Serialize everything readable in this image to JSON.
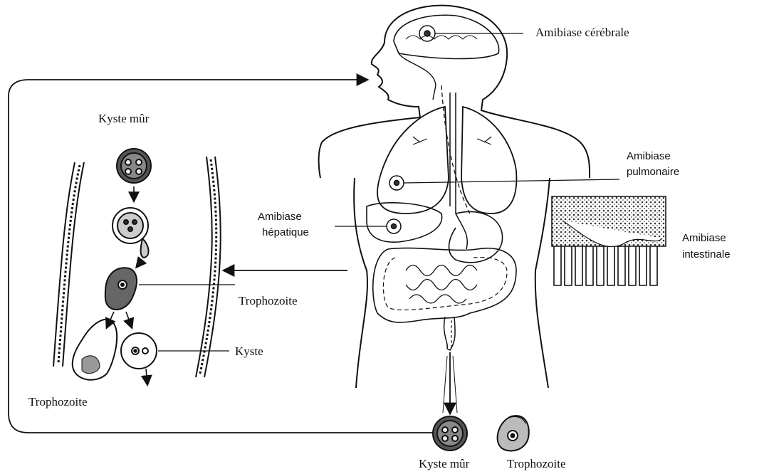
{
  "labels": {
    "amibiase_cerebrale": "Amibiase cérébrale",
    "kyste_mur_top": "Kyste mûr",
    "amibiase_pulmonaire_1": "Amibiase",
    "amibiase_pulmonaire_2": "pulmonaire",
    "amibiase_hepatique_1": "Amibiase",
    "amibiase_hepatique_2": "hépatique",
    "amibiase_intestinale_1": "Amibiase",
    "amibiase_intestinale_2": "intestinale",
    "trophozoite_mid": "Trophozoite",
    "kyste": "Kyste",
    "trophozoite_left": "Trophozoite",
    "kyste_mur_bottom": "Kyste mûr",
    "trophozoite_bottom": "Trophozoite"
  },
  "colors": {
    "ink": "#111111",
    "background": "#ffffff"
  }
}
